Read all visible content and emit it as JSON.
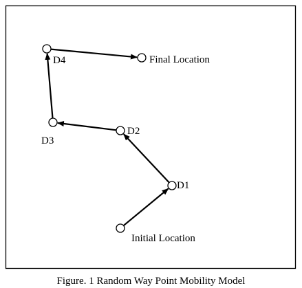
{
  "caption": "Figure. 1 Random Way Point Mobility Model",
  "colors": {
    "stroke": "#000000",
    "node_fill": "#ffffff",
    "background": "#ffffff"
  },
  "nodes": [
    {
      "id": "initial",
      "label": "Initial Location"
    },
    {
      "id": "d1",
      "label": "D1"
    },
    {
      "id": "d2",
      "label": "D2"
    },
    {
      "id": "d3",
      "label": "D3"
    },
    {
      "id": "d4",
      "label": "D4"
    },
    {
      "id": "final",
      "label": "Final Location"
    }
  ],
  "edges": [
    {
      "from": "initial",
      "to": "d1"
    },
    {
      "from": "d1",
      "to": "d2"
    },
    {
      "from": "d2",
      "to": "d3"
    },
    {
      "from": "d3",
      "to": "d4"
    },
    {
      "from": "d4",
      "to": "final"
    }
  ]
}
